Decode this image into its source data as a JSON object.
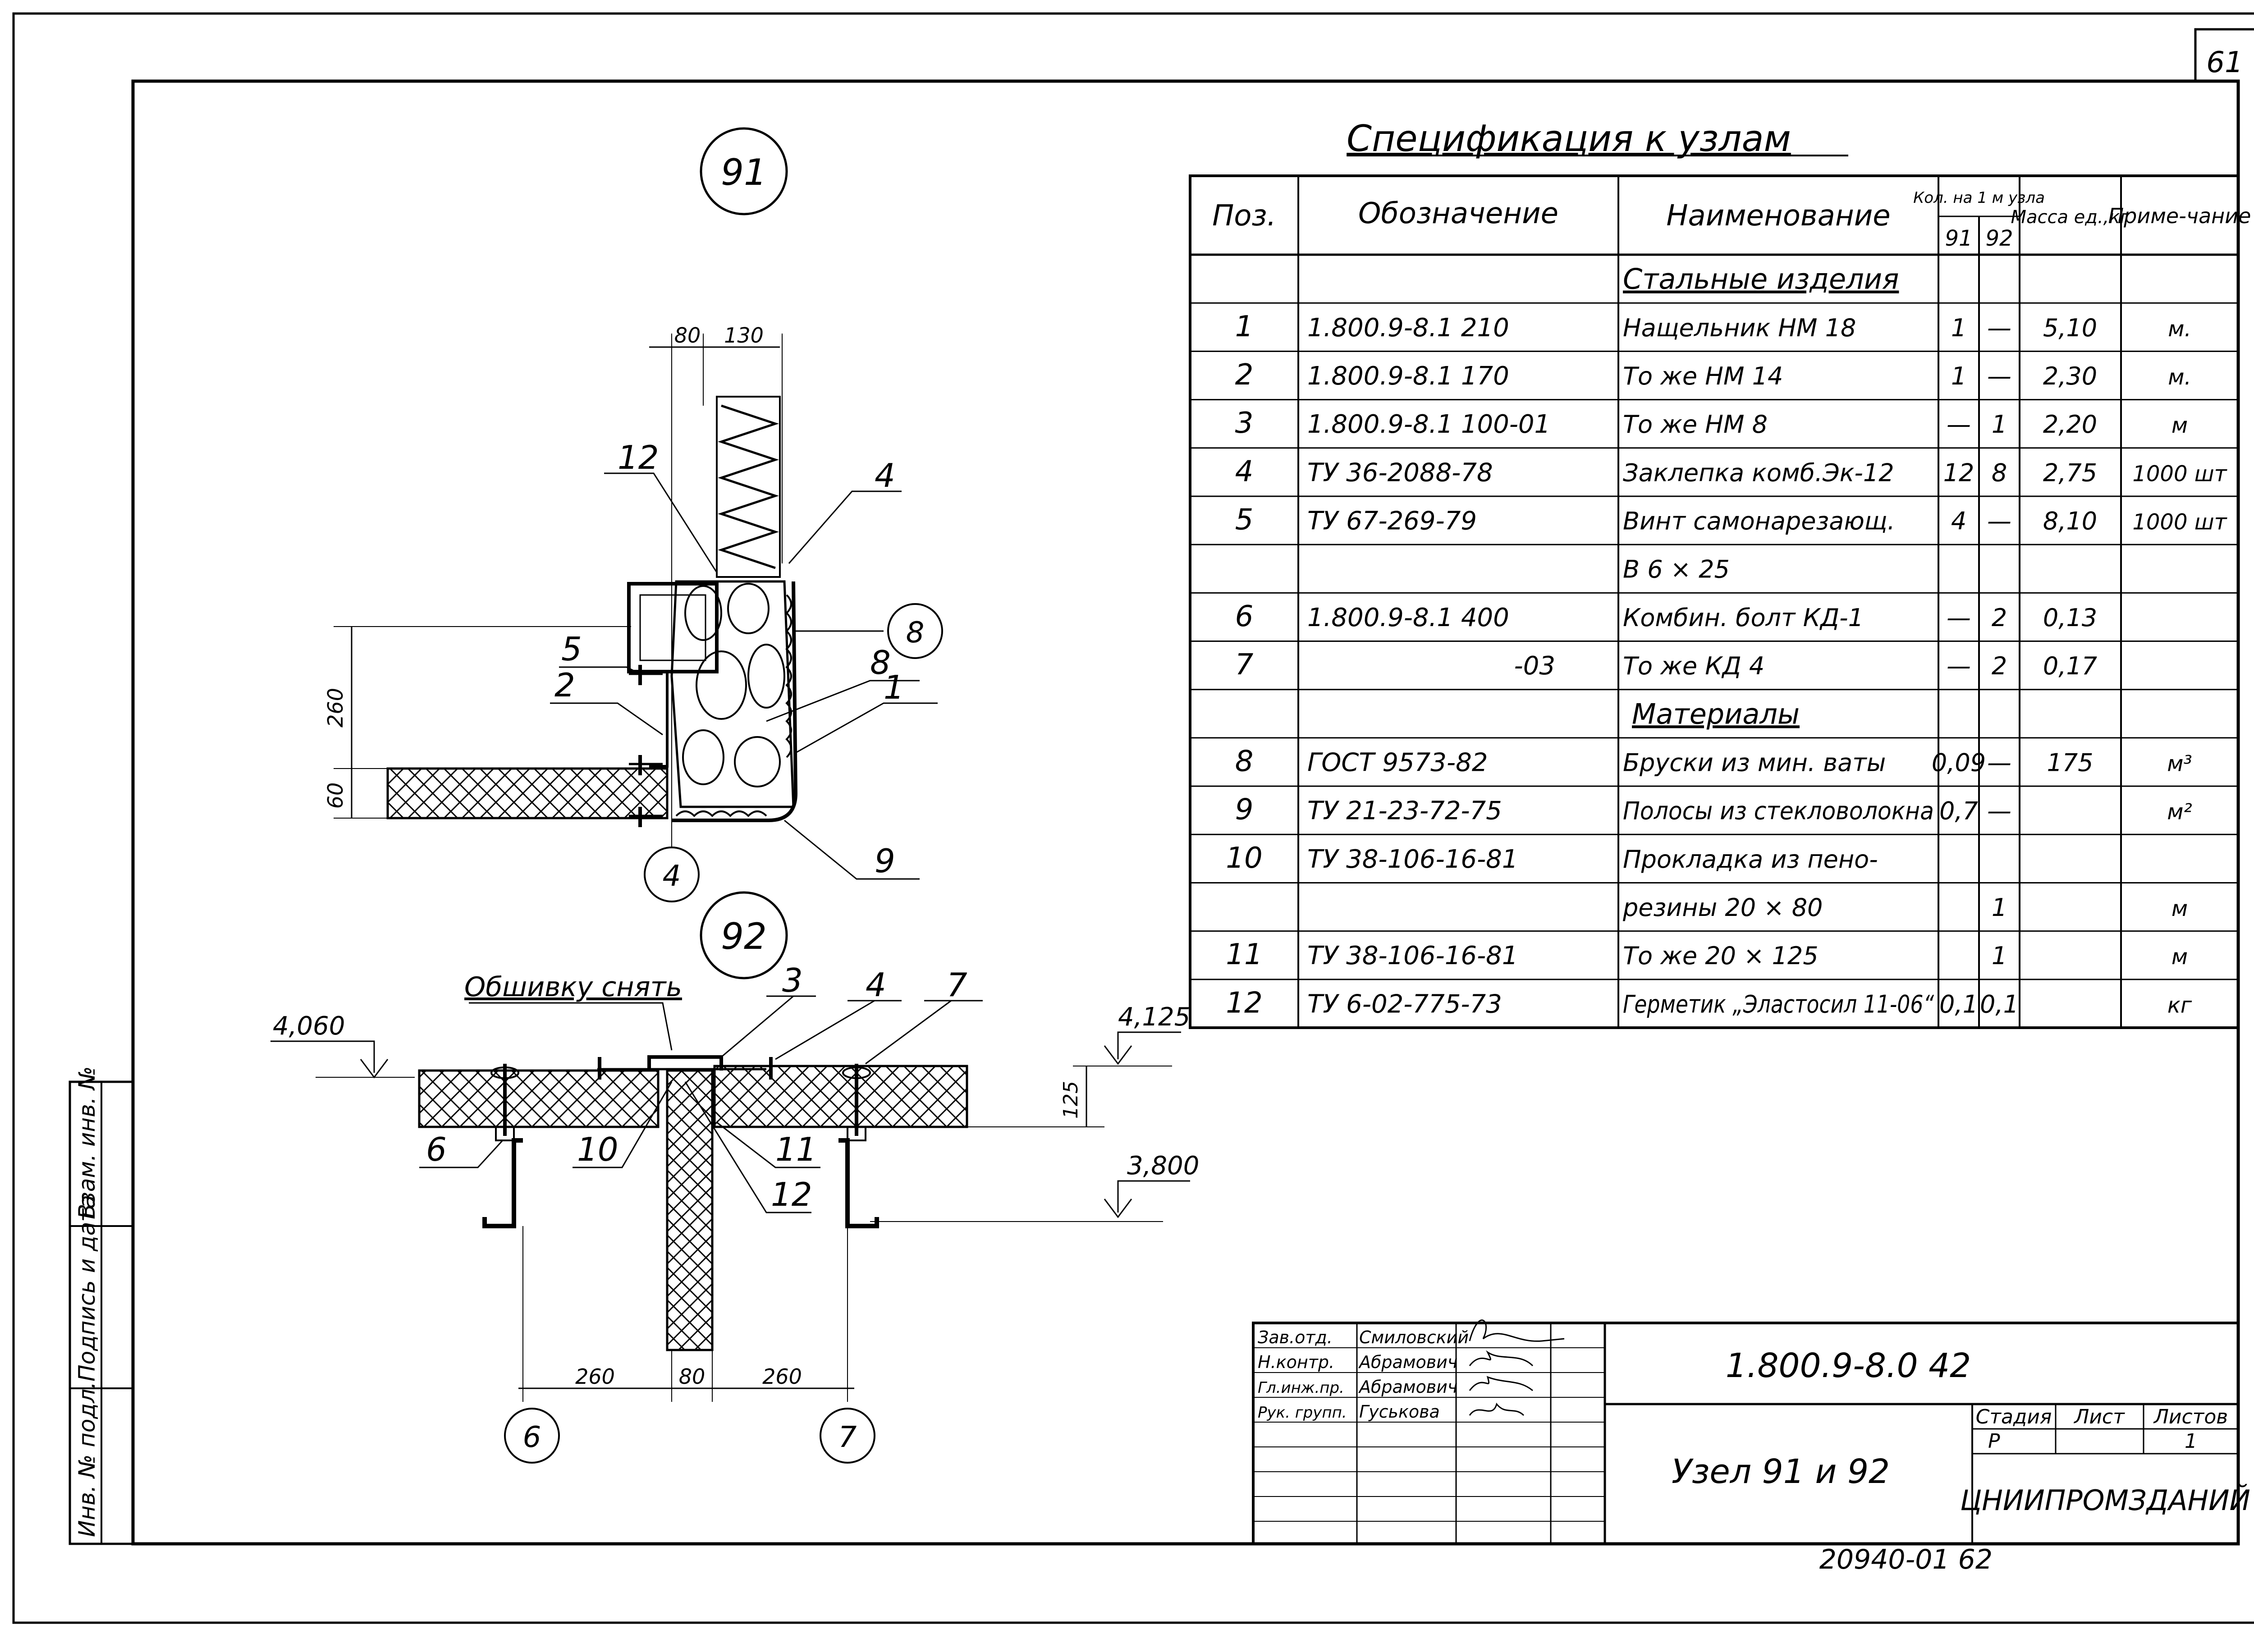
{
  "sheet_number": "61",
  "spec": {
    "title": "Спецификация к узлам",
    "headers": {
      "pos": "Поз.",
      "designation": "Обозначение",
      "name": "Наименование",
      "qty_top": "Кол. на 1 м узла",
      "qty_91": "91",
      "qty_92": "92",
      "mass": "Масса ед.,кг",
      "note": "Приме-чание"
    },
    "section_steel": "Стальные изделия",
    "section_materials": "Материалы",
    "rows": [
      {
        "pos": "1",
        "des": "1.800.9-8.1 210",
        "name": "Нащельник НМ 18",
        "q91": "1",
        "q92": "—",
        "mass": "5,10",
        "note": "м."
      },
      {
        "pos": "2",
        "des": "1.800.9-8.1 170",
        "name": "То же    НМ 14",
        "q91": "1",
        "q92": "—",
        "mass": "2,30",
        "note": "м."
      },
      {
        "pos": "3",
        "des": "1.800.9-8.1 100-01",
        "name": "То же    НМ 8",
        "q91": "—",
        "q92": "1",
        "mass": "2,20",
        "note": "м"
      },
      {
        "pos": "4",
        "des": "ТУ 36-2088-78",
        "name": "Заклепка комб.Эк-12",
        "q91": "12",
        "q92": "8",
        "mass": "2,75",
        "note": "1000 шт"
      },
      {
        "pos": "5",
        "des": "ТУ 67-269-79",
        "name": "Винт самонарезающ.",
        "q91": "4",
        "q92": "—",
        "mass": "8,10",
        "note": "1000 шт"
      },
      {
        "pos": "",
        "des": "",
        "name": "В 6 × 25",
        "q91": "",
        "q92": "",
        "mass": "",
        "note": ""
      },
      {
        "pos": "6",
        "des": "1.800.9-8.1 400",
        "name": "Комбин. болт КД-1",
        "q91": "—",
        "q92": "2",
        "mass": "0,13",
        "note": ""
      },
      {
        "pos": "7",
        "des": "-03",
        "name": "То же    КД 4",
        "q91": "—",
        "q92": "2",
        "mass": "0,17",
        "note": ""
      },
      {
        "pos": "8",
        "des": "ГОСТ 9573-82",
        "name": "Бруски из мин. ваты",
        "q91": "0,09",
        "q92": "—",
        "mass": "175",
        "note": "м³"
      },
      {
        "pos": "9",
        "des": "ТУ 21-23-72-75",
        "name": "Полосы из стекловолокна",
        "q91": "0,7",
        "q92": "—",
        "mass": "",
        "note": "м²"
      },
      {
        "pos": "10",
        "des": "ТУ 38-106-16-81",
        "name": "Прокладка из пено-",
        "q91": "",
        "q92": "",
        "mass": "",
        "note": ""
      },
      {
        "pos": "",
        "des": "",
        "name": "резины 20 × 80",
        "q91": "",
        "q92": "1",
        "mass": "",
        "note": "м"
      },
      {
        "pos": "11",
        "des": "ТУ 38-106-16-81",
        "name": "То же  20 × 125",
        "q91": "",
        "q92": "1",
        "mass": "",
        "note": "м"
      },
      {
        "pos": "12",
        "des": "ТУ 6-02-775-73",
        "name": "Герметик „Эластосил 11-06“",
        "q91": "0,1",
        "q92": "0,1",
        "mass": "",
        "note": "кг"
      }
    ]
  },
  "node91": {
    "label": "91",
    "dims": {
      "d80": "80",
      "d130": "130",
      "d260": "260",
      "d60": "60"
    },
    "callouts": [
      "12",
      "4",
      "8",
      "5",
      "2",
      "8",
      "1",
      "9"
    ],
    "axis": "4"
  },
  "node92": {
    "label": "92",
    "note": "Обшивку снять",
    "levels": {
      "l1": "4,060",
      "l2": "4,125",
      "l3": "3,800"
    },
    "dim125": "125",
    "callouts": [
      "3",
      "4",
      "7",
      "6",
      "10",
      "11",
      "12"
    ],
    "dims": {
      "left": "260",
      "mid": "80",
      "right": "260"
    },
    "axes": [
      "6",
      "7"
    ]
  },
  "side_stamp": [
    "Инв. № подл.",
    "Подпись и дата",
    "Взам. инв. №"
  ],
  "title_block": {
    "roles": [
      "Зав.отд.",
      "Н.контр.",
      "Гл.инж.пр.",
      "Рук. групп."
    ],
    "names": [
      "Смиловский",
      "Абрамович",
      "Абрамович",
      "Гуськова"
    ],
    "code": "1.800.9-8.0 42",
    "title": "Узел 91 и 92",
    "stage_label": "Стадия",
    "sheet_label": "Лист",
    "sheets_label": "Листов",
    "stage": "Р",
    "sheet": "",
    "sheets": "1",
    "org": "ЦНИИПРОМЗДАНИЙ"
  },
  "footer_code": "20940-01   62"
}
